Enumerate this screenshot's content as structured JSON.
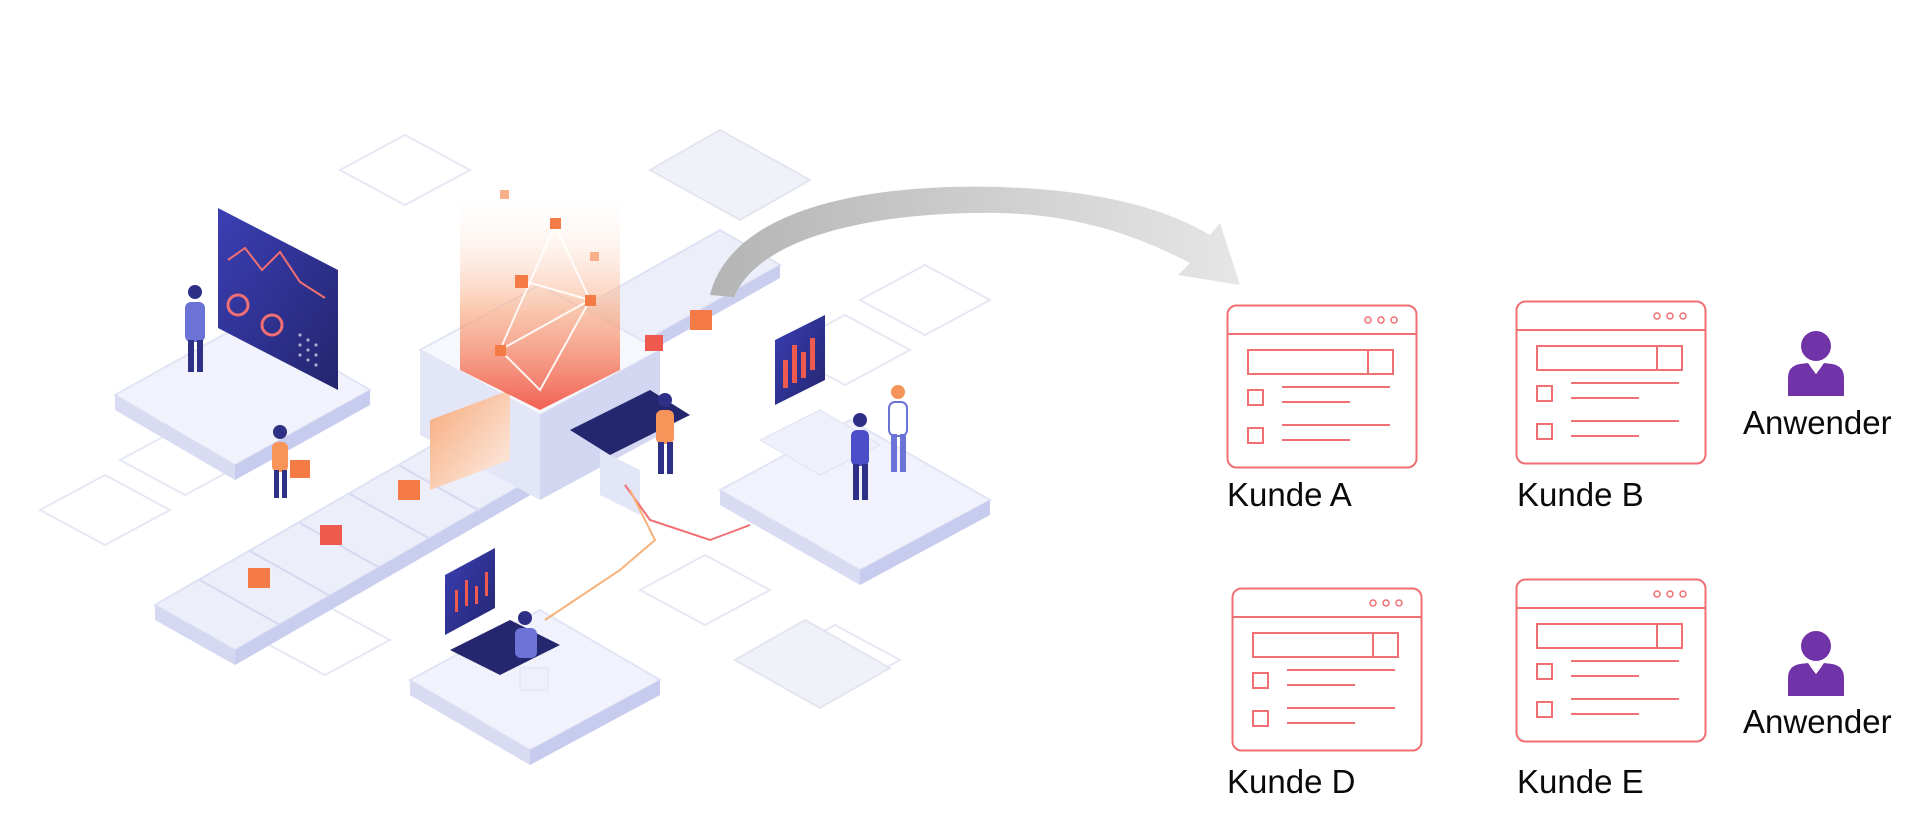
{
  "colors": {
    "window_stroke": "#ef6f73",
    "user_fill": "#7034a8",
    "arrow": "#c8c8c8",
    "platform": "#eef0fb",
    "accent_orange": "#f7945a",
    "accent_red": "#ef5a4f",
    "navy": "#2e2f86",
    "indigo": "#4a4fc7"
  },
  "illustration": {
    "icon": "isometric-platform-illustration-icon"
  },
  "customers": [
    {
      "label": "Kunde A"
    },
    {
      "label": "Kunde B"
    },
    {
      "label": "Kunde D"
    },
    {
      "label": "Kunde E"
    }
  ],
  "users": [
    {
      "label": "Anwender",
      "icon": "user-icon"
    },
    {
      "label": "Anwender",
      "icon": "user-icon"
    }
  ],
  "flow_arrow": {
    "icon": "curved-arrow-icon"
  }
}
